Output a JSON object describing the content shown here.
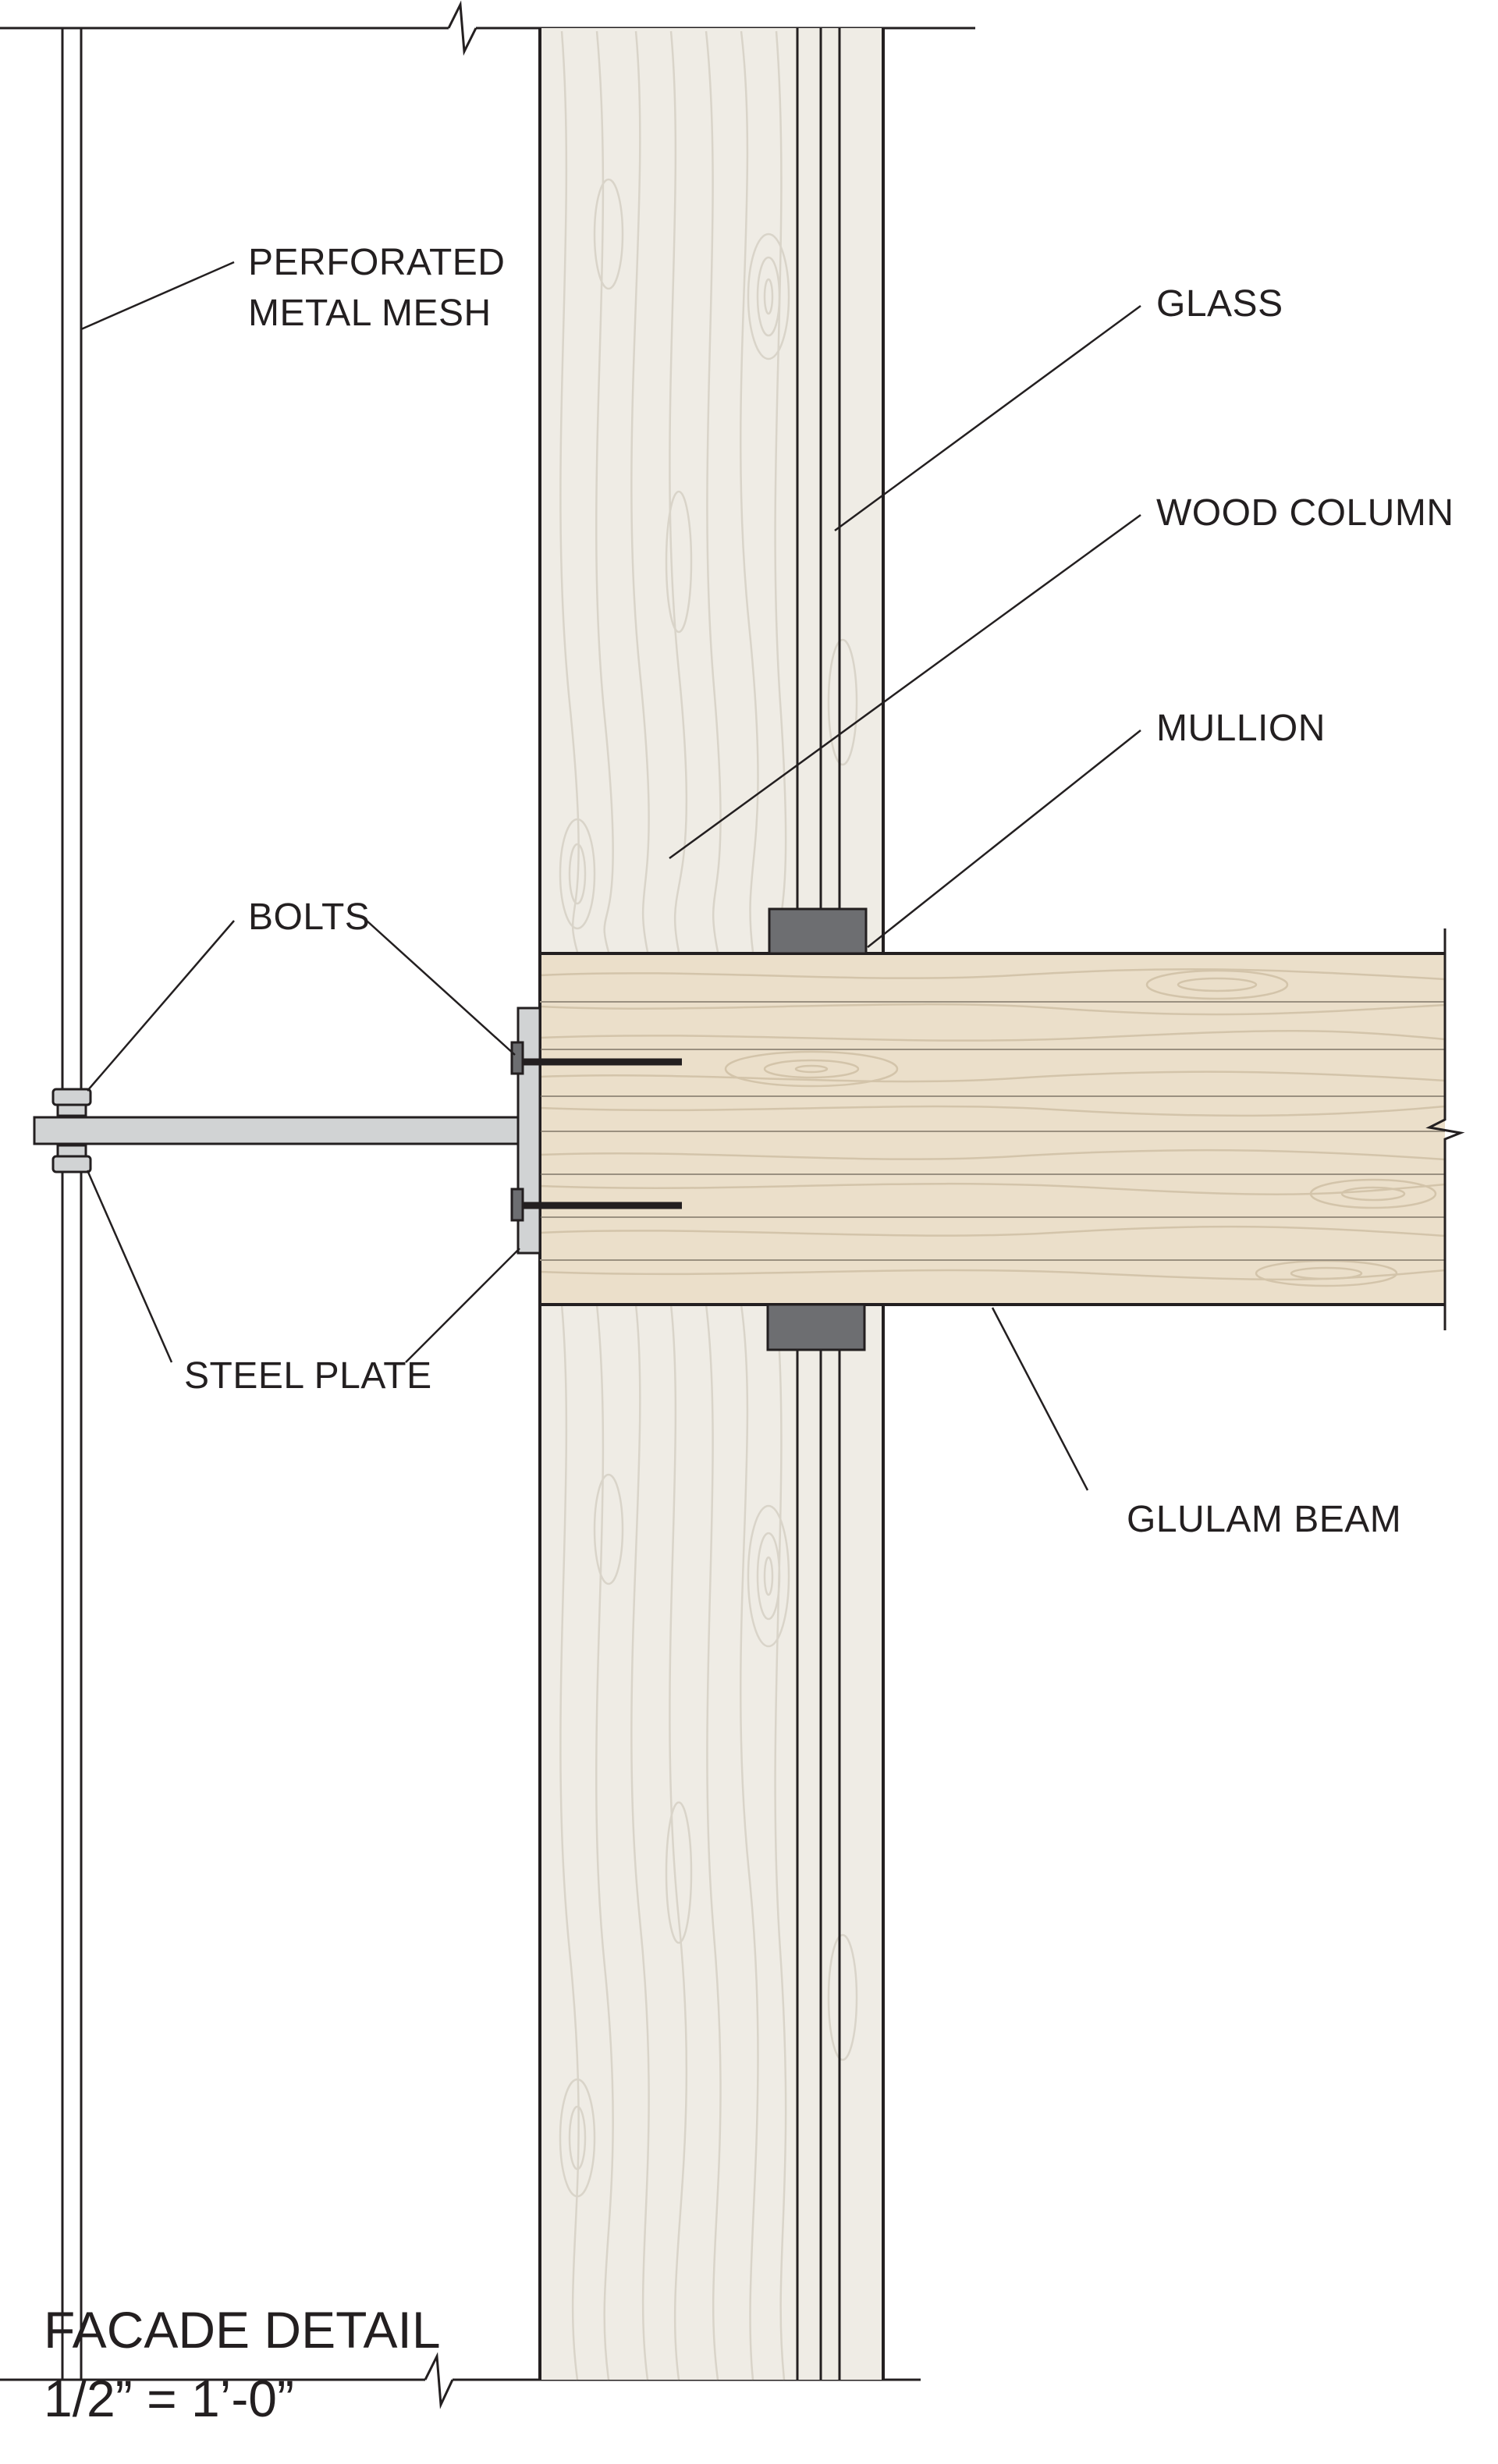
{
  "labels": {
    "perforated_metal_mesh": [
      "PERFORATED",
      "METAL MESH"
    ],
    "glass": "GLASS",
    "wood_column": "WOOD COLUMN",
    "mullion": "MULLION",
    "bolts": "BOLTS",
    "steel_plate": "STEEL PLATE",
    "glulam_beam": "GLULAM BEAM"
  },
  "title": {
    "name": "FACADE DETAIL",
    "scale": "1/2” = 1’-0”"
  },
  "colors": {
    "wood": "#efece5",
    "wood_grain": "#d9d4c9",
    "glulam": "#ebdfca",
    "glulam_grain": "#d3c4aa",
    "steel_plate": "#d1d3d4",
    "mullion": "#6d6e71",
    "outline": "#231f20"
  }
}
